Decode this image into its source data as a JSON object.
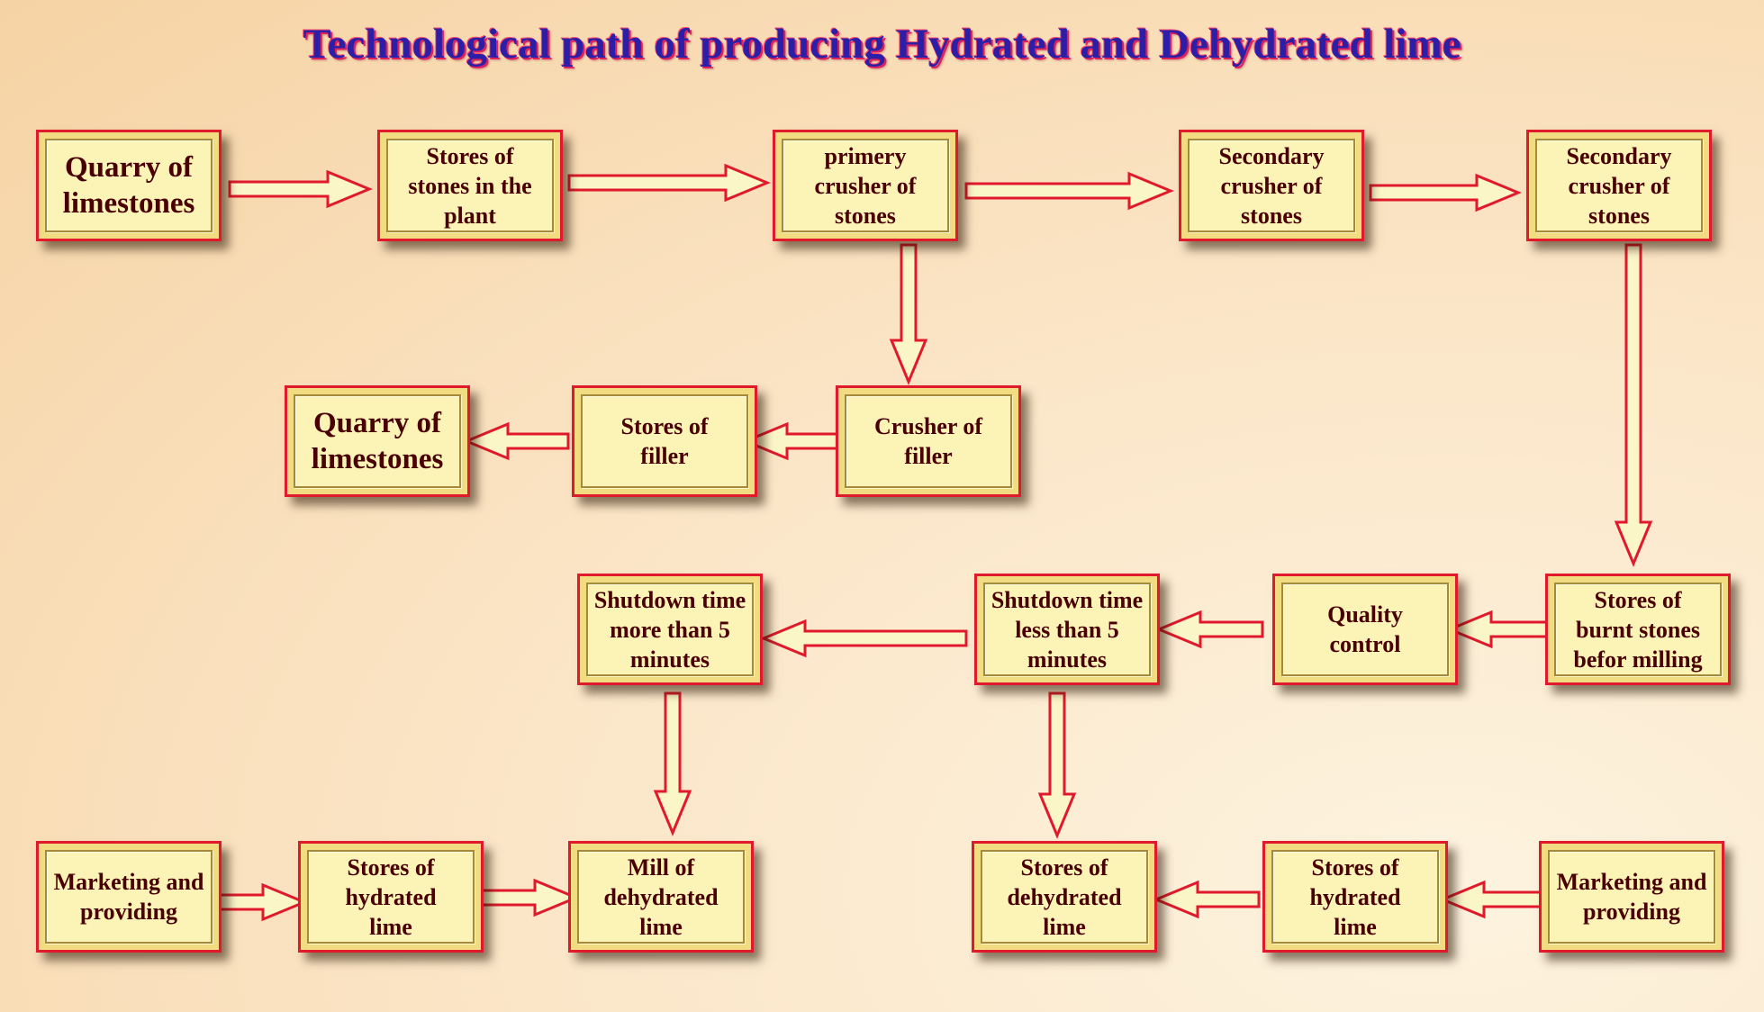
{
  "title": "Technological path of producing Hydrated and Dehydrated lime",
  "nodes": {
    "quarry_1": "Quarry of\nlimestones",
    "stores_stones_plant": "Stores of\nstones in the\nplant",
    "primary_crusher": "primery\ncrusher of\nstones",
    "secondary_crusher_1": "Secondary\ncrusher of\nstones",
    "secondary_crusher_2": "Secondary\ncrusher of\nstones",
    "quarry_2": "Quarry of\nlimestones",
    "stores_filler": "Stores of\nfiller",
    "crusher_filler": "Crusher of\nfiller",
    "shutdown_more": "Shutdown time\nmore than 5\nminutes",
    "shutdown_less": "Shutdown time\nless than 5\nminutes",
    "quality_control": "Quality\ncontrol",
    "stores_burnt": "Stores of\nburnt stones\nbefor milling",
    "marketing_1": "Marketing and\nproviding",
    "stores_hydrated_1": "Stores of\nhydrated\nlime",
    "mill_dehydrated": "Mill of\ndehydrated\nlime",
    "stores_dehydrated": "Stores of\ndehydrated\nlime",
    "stores_hydrated_2": "Stores of\nhydrated\nlime",
    "marketing_2": "Marketing and\nproviding"
  },
  "colors": {
    "arrow_stroke": "#e01a2c",
    "arrow_fill": "#fbf6c8",
    "box_fill": "#fbf4b6",
    "box_frame": "#f2dc82",
    "text": "#4a0000",
    "title": "#2b1fa8"
  }
}
